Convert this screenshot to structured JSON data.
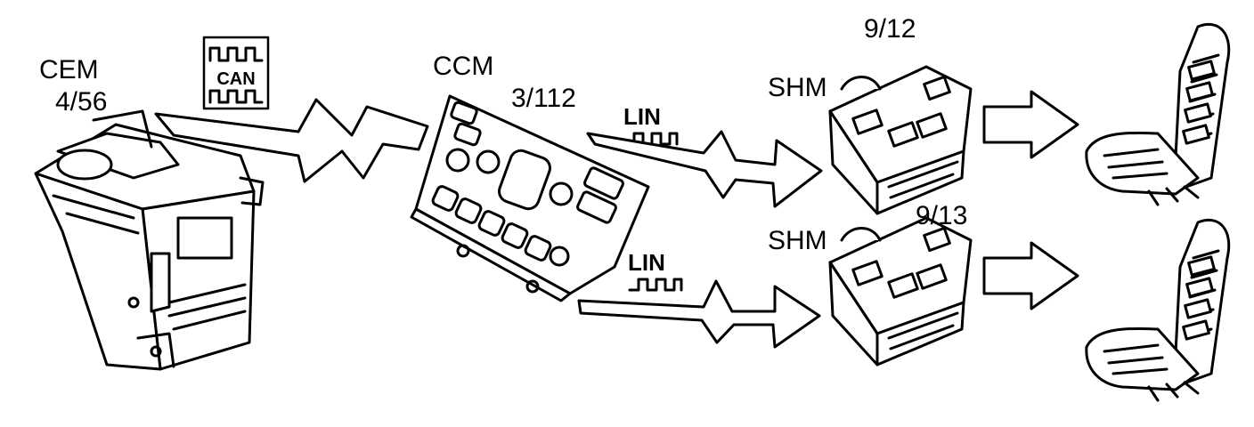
{
  "modules": {
    "cem": {
      "name": "CEM",
      "code": "4/56"
    },
    "ccm": {
      "name": "CCM",
      "code": "3/112"
    },
    "shm_upper": {
      "name": "SHM",
      "code": "9/12"
    },
    "shm_lower": {
      "name": "SHM",
      "code": "9/13"
    }
  },
  "buses": {
    "can": "CAN",
    "lin_upper": "LIN",
    "lin_lower": "LIN"
  }
}
